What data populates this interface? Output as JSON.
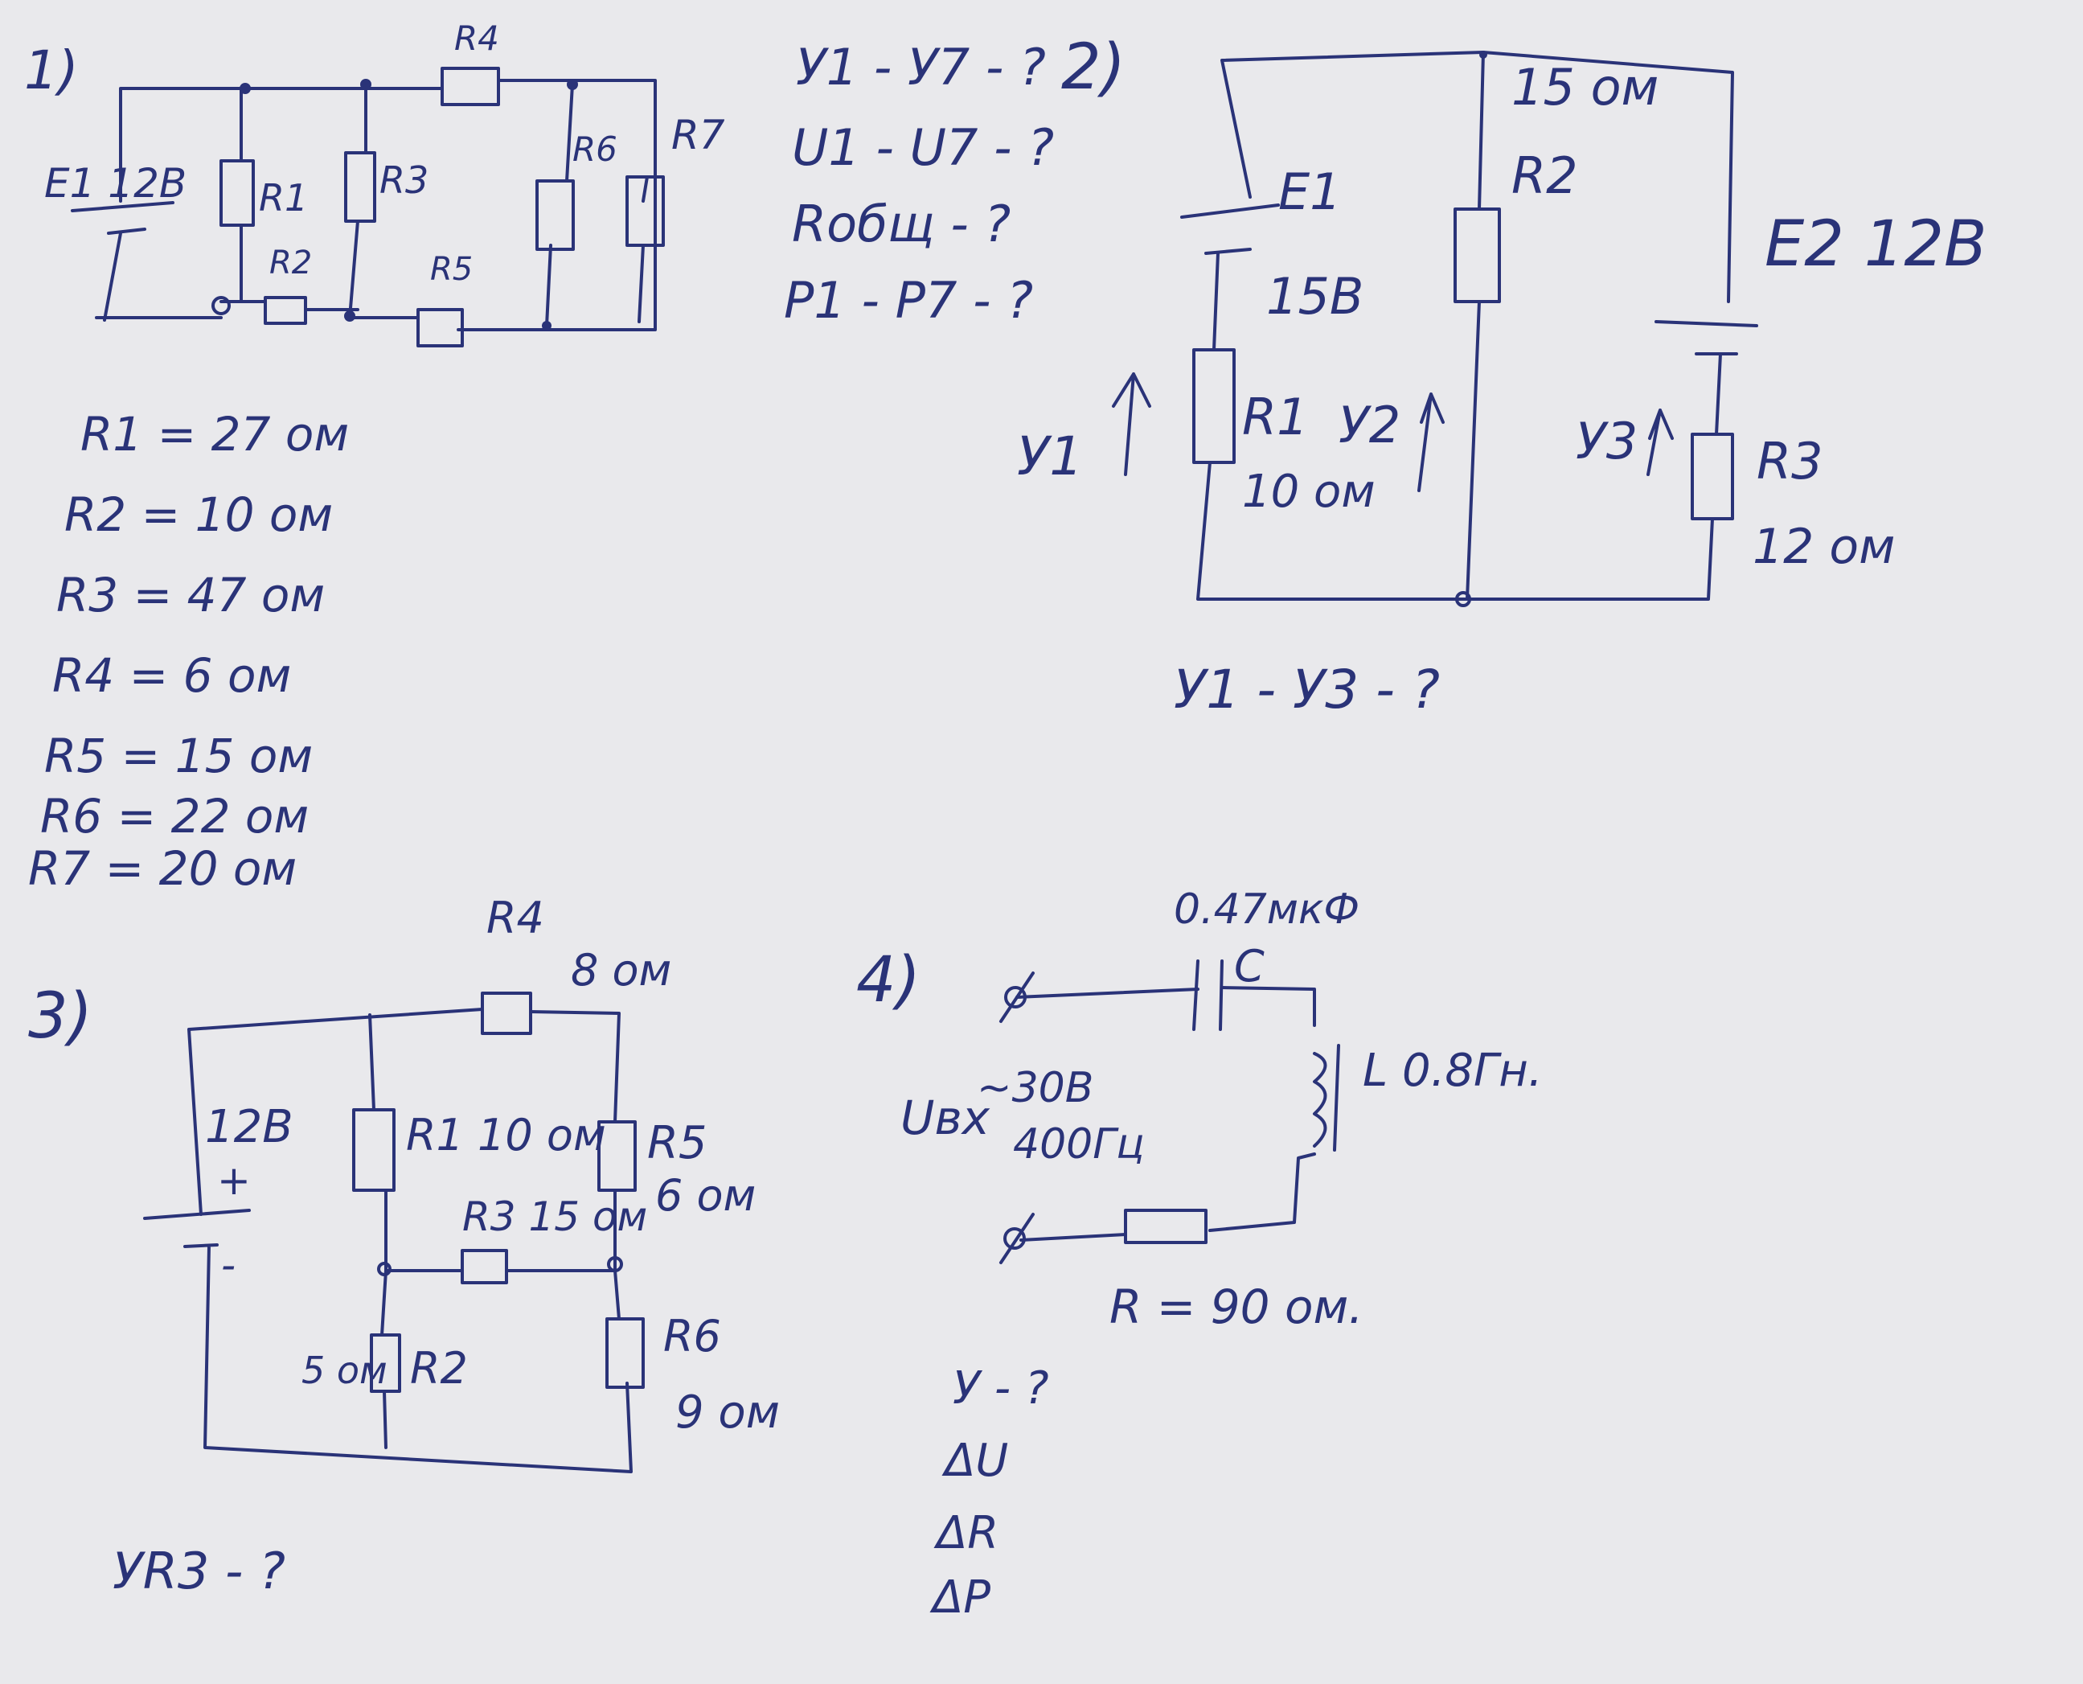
{
  "colors": {
    "paper": "#e9e9ec",
    "ink": "#2a3378"
  },
  "problem1": {
    "number": "1)",
    "source_label": "E1 12B",
    "resistor_labels": [
      "R1",
      "R2",
      "R3",
      "R4",
      "R5",
      "R6",
      "R7"
    ],
    "questions": [
      "У1 - У7 - ?",
      "U1 - U7 - ?",
      "Rобщ - ?",
      "P1 - P7 - ?"
    ],
    "givens": [
      "R1 = 27 ом",
      "R2 = 10 ом",
      "R3 = 47 ом",
      "R4 = 6 ом",
      "R5 = 15 ом",
      "R6 = 22 ом",
      "R7 = 20 ом"
    ]
  },
  "problem2": {
    "number": "2)",
    "e1_label": "E1",
    "e1_value": "15B",
    "e2_label": "E2 12B",
    "r1_label": "R1",
    "r1_value": "10 ом",
    "r2_label": "R2",
    "r2_value": "15 ом",
    "r3_label": "R3",
    "r3_value": "12 ом",
    "current1": "У1",
    "current2": "У2",
    "current3": "У3",
    "question": "У1 - У3 - ?"
  },
  "problem3": {
    "number": "3)",
    "source_value": "12B",
    "plus": "+",
    "minus": "-",
    "r1_label": "R1 10 ом",
    "r2_name": "R2",
    "r2_value": "5 ом",
    "r3_label": "R3 15 ом",
    "r4_name": "R4",
    "r4_value": "8 ом",
    "r5_name": "R5",
    "r5_value": "6 ом",
    "r6_name": "R6",
    "r6_value": "9 ом",
    "question": "УR3 - ?"
  },
  "problem4": {
    "number": "4)",
    "c_value": "0.47мкФ",
    "c_label": "C",
    "l_label": "L 0.8Гн.",
    "input_label": "Uвх",
    "input_voltage": "~30B",
    "input_freq": "400Гц",
    "r_label": "R = 90 ом.",
    "questions": [
      "У - ?",
      "ΔU",
      "ΔR",
      "ΔP"
    ]
  }
}
